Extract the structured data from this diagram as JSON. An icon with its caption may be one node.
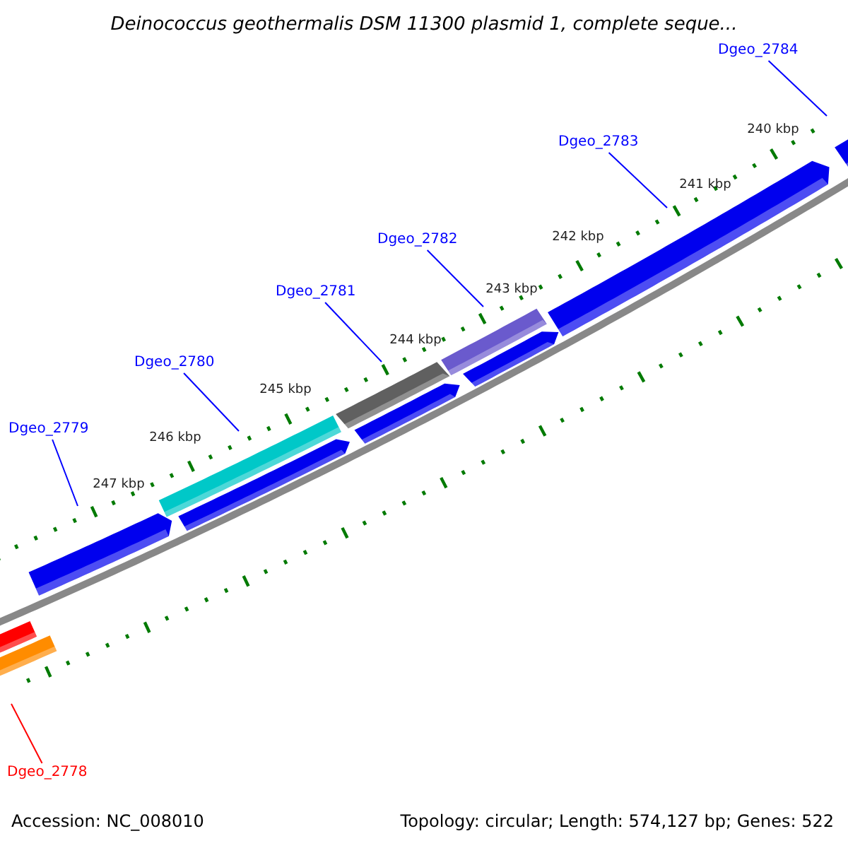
{
  "diagram": {
    "title": "Deinococcus geothermalis DSM 11300 plasmid 1, complete seque...",
    "nodes": [
      {
        "text": [
          "Dgeo_2784"
        ]
      },
      {
        "text": [
          "Dgeo_2783"
        ]
      },
      {
        "text": [
          "Dgeo_2782"
        ]
      },
      {
        "text": [
          "Dgeo_2781"
        ]
      },
      {
        "text": [
          "Dgeo_2780"
        ]
      },
      {
        "text": [
          "Dgeo_2779"
        ]
      },
      {
        "text": [
          "Dgeo_2778"
        ]
      }
    ],
    "edges": [
      {
        "from": 0,
        "to": null,
        "arrow": "none"
      },
      {
        "from": 1,
        "to": null,
        "arrow": "none"
      },
      {
        "from": 2,
        "to": null,
        "arrow": "none"
      },
      {
        "from": 3,
        "to": null,
        "arrow": "none"
      },
      {
        "from": 4,
        "to": null,
        "arrow": "none"
      },
      {
        "from": 5,
        "to": null,
        "arrow": "none"
      },
      {
        "from": 6,
        "to": null,
        "arrow": "none",
        "color": "#ff0000"
      }
    ],
    "labels": [
      "240 kbp",
      "241 kbp",
      "242 kbp",
      "243 kbp",
      "244 kbp",
      "245 kbp",
      "246 kbp",
      "247 kbp",
      "Accession: NC_008010",
      "Topology: circular; Length: 574,127 bp; Genes: 522"
    ]
  }
}
